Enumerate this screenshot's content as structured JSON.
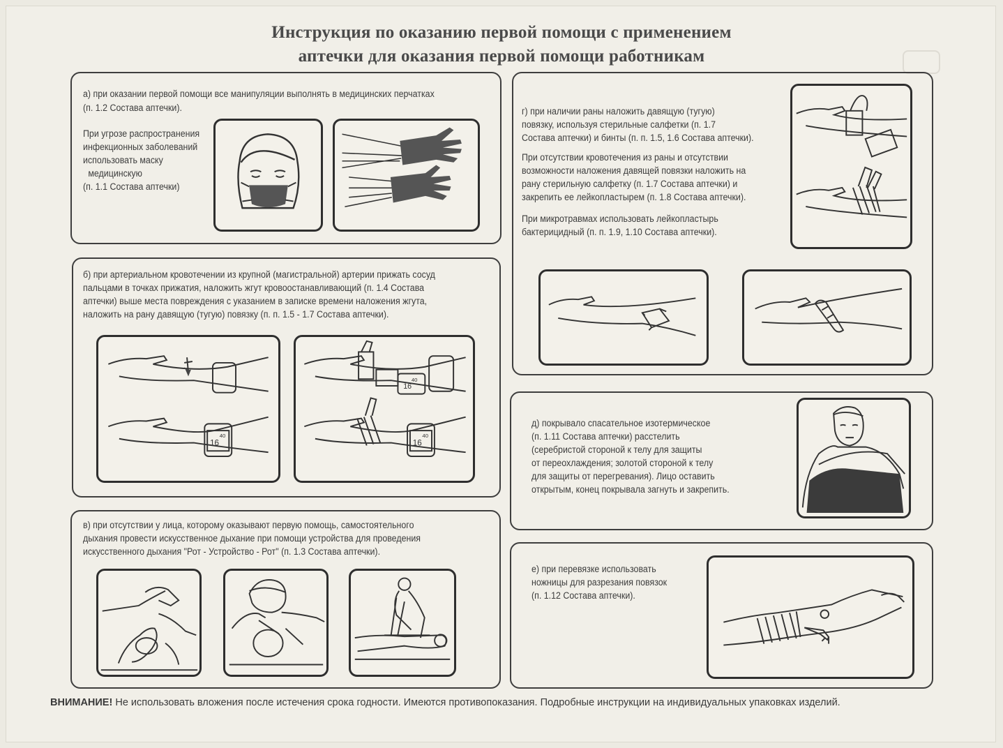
{
  "title": {
    "line1": "Инструкция по оказанию первой помощи с применением",
    "line2": "аптечки для оказания первой помощи работникам"
  },
  "section_a": {
    "line1": "а) при оказании первой помощи все манипуляции выполнять в медицинских перчатках",
    "line2": "(п. 1.2  Состава аптечки).",
    "mask_note": [
      "При угрозе распространения",
      "инфекционных заболеваний",
      "использовать маску",
      "медицинскую",
      "(п. 1.1 Состава аптечки)"
    ]
  },
  "section_b": {
    "lines": [
      "б) при артериальном кровотечении из крупной (магистральной) артерии прижать сосуд",
      "пальцами в точках прижатия, наложить жгут кровоостанавливающий (п. 1.4 Состава",
      "аптечки) выше места повреждения с указанием в записке  времени наложения жгута,",
      "наложить на рану давящую (тугую) повязку (п. п. 1.5 - 1.7 Состава аптечки)."
    ],
    "time_label_hours": "16",
    "time_label_minutes": "40"
  },
  "section_v": {
    "lines": [
      "в) при отсутствии у лица, которому оказывают первую помощь, самостоятельного",
      "дыхания провести искусственное дыхание при помощи устройства для проведения",
      "искусственного дыхания \"Рот - Устройство - Рот\"  (п. 1.3 Состава аптечки)."
    ]
  },
  "section_g": {
    "p1": [
      "г) при наличии раны наложить давящую (тугую)",
      "повязку, используя стерильные салфетки (п. 1.7",
      "Состава аптечки) и бинты (п. п. 1.5, 1.6 Состава аптечки)."
    ],
    "p2": [
      "При отсутствии кровотечения из раны и отсутствии",
      "возможности наложения давящей повязки наложить на",
      "рану стерильную салфетку (п. 1.7 Состава аптечки) и",
      "закрепить ее лейкопластырем (п. 1.8 Состава аптечки)."
    ],
    "p3": [
      "При микротравмах использовать лейкопластырь",
      "бактерицидный (п. п. 1.9, 1.10 Состава аптечки)."
    ]
  },
  "section_d": {
    "lines": [
      "д) покрывало спасательное изотермическое",
      "(п. 1.11 Состава аптечки) расстелить",
      "(серебристой стороной к телу для защиты",
      "от переохлаждения; золотой стороной к телу",
      "для защиты от перегревания). Лицо оставить",
      "открытым, конец покрывала загнуть и закрепить."
    ]
  },
  "section_e": {
    "lines": [
      "е) при перевязке использовать",
      "ножницы для разрезания повязок",
      "(п. 1.12 Состава аптечки)."
    ]
  },
  "warning": {
    "label": "ВНИМАНИЕ!",
    "text": " Не использовать вложения после истечения срока годности. Имеются противопоказания. Подробные инструкции на индивидуальных упаковках изделий."
  }
}
